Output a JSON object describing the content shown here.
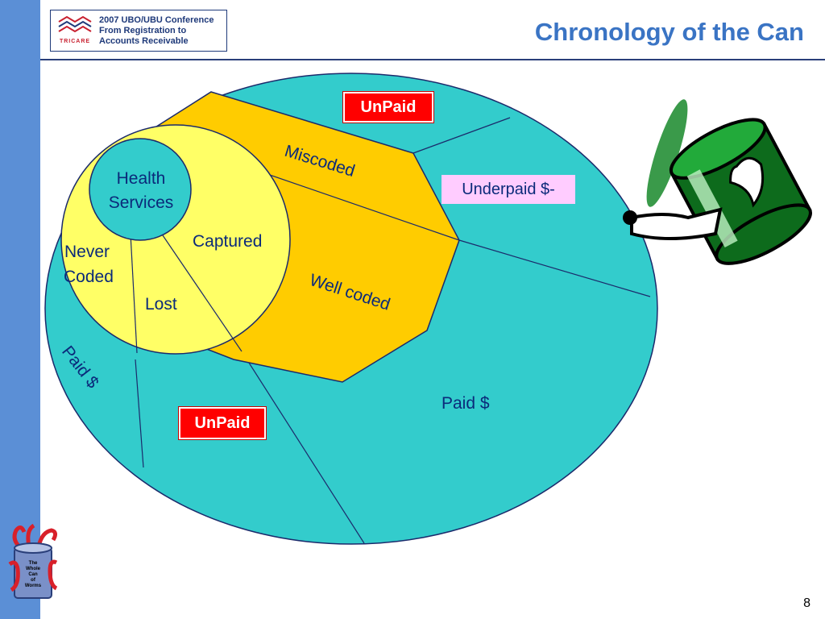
{
  "header": {
    "logo_text": "TRICARE",
    "logo_lines": [
      "2007 UBO/UBU Conference",
      "From Registration to",
      "Accounts Receivable"
    ],
    "title": "Chronology of the Can"
  },
  "diagram": {
    "labels": {
      "health_services": [
        "Health",
        "Services"
      ],
      "never_coded": [
        "Never",
        "Coded"
      ],
      "lost": "Lost",
      "captured": "Captured",
      "miscoded": "Miscoded",
      "well_coded": "Well coded",
      "paid_left": "Paid $",
      "paid_right": "Paid $"
    },
    "badges": {
      "unpaid_top": "UnPaid",
      "unpaid_bottom": "UnPaid",
      "underpaid": "Underpaid $-"
    },
    "colors": {
      "outer_ellipse": "#33cccc",
      "octagon": "#ffcc00",
      "inner_circle": "#ffff66",
      "health_circle": "#33cccc",
      "line": "#1b2a6b"
    }
  },
  "worms_logo_text": [
    "The",
    "Whole",
    "Can",
    "of",
    "Worms"
  ],
  "page_number": "8"
}
